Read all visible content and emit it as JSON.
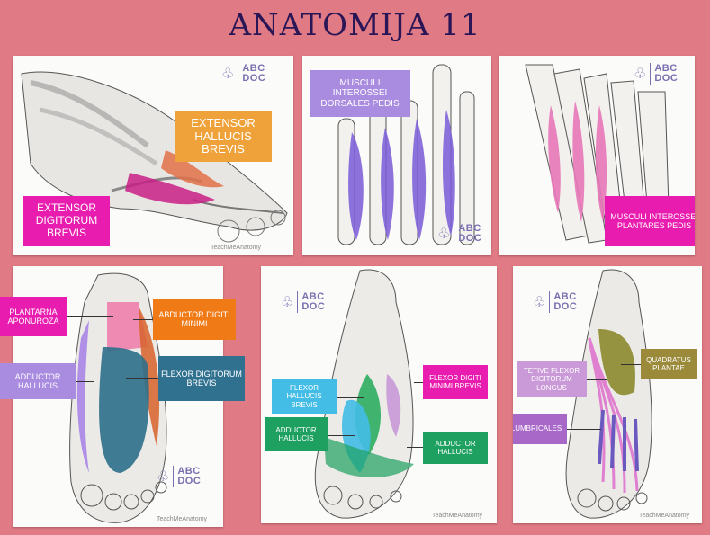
{
  "title": "ANATOMIJA 11",
  "logo": {
    "line1": "ABC",
    "line2": "DOC"
  },
  "credit": "TeachMeAnatomy",
  "colors": {
    "background": "#e07a84",
    "title": "#2a1656",
    "orange": "#f0a23a",
    "magenta": "#e81cae",
    "lavender": "#a98be0",
    "steel_blue": "#30718f",
    "teal_blue": "#43bde6",
    "green": "#1ea060",
    "olive": "#9a8a3a",
    "light_violet": "#c999d8",
    "purple": "#a868c8"
  },
  "panels": {
    "extensors": {
      "labels": [
        {
          "text": "EXTENSOR HALLUCIS BREVIS"
        },
        {
          "text": "EXTENSOR DIGITORUM BREVIS"
        }
      ]
    },
    "dorsal_interossei": {
      "labels": [
        {
          "text": "MUSCULI INTEROSSEI DORSALES PEDIS"
        }
      ]
    },
    "plantar_interossei": {
      "labels": [
        {
          "text": "MUSCULI INTEROSSEI PLANTARES PEDIS"
        }
      ]
    },
    "plantar_layer1": {
      "labels": [
        {
          "text": "PLANTARNA APONUROZA"
        },
        {
          "text": "ABDUCTOR DIGITI MINIMI"
        },
        {
          "text": "ADDUCTOR HALLUCIS"
        },
        {
          "text": "FLEXOR DIGITORUM BREVIS"
        }
      ]
    },
    "plantar_layer3": {
      "labels": [
        {
          "text": "FLEXOR DIGITI MINIMI BREVIS"
        },
        {
          "text": "FLEXOR HALLUCIS BREVIS"
        },
        {
          "text": "ADDUCTOR HALLUCIS"
        },
        {
          "text": "ADDUCTOR HALLUCIS"
        }
      ]
    },
    "plantar_layer2": {
      "labels": [
        {
          "text": "QUADRATUS PLANTAE"
        },
        {
          "text": "TETIVE FLEXOR DIGITORUM LONGUS"
        },
        {
          "text": "LUMBRICALES"
        }
      ]
    }
  }
}
